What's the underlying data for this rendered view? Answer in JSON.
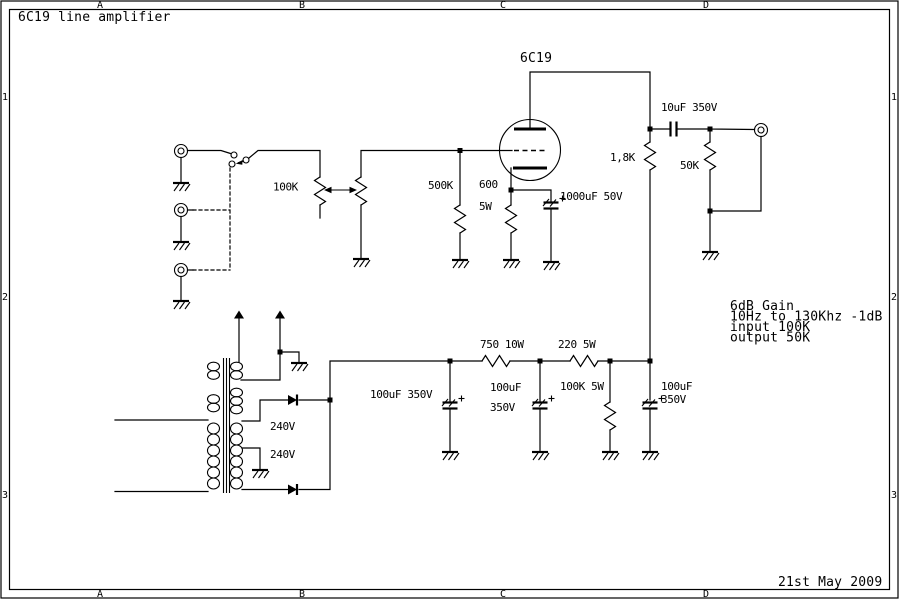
{
  "title": "6C19 line amplifier",
  "date": "21st May 2009",
  "grid_refs": {
    "cols": [
      "A",
      "B",
      "C",
      "D"
    ],
    "rows": [
      "1",
      "2",
      "3"
    ]
  },
  "notes": {
    "lines": [
      "6dB Gain",
      "10Hz to 130Khz -1dB",
      "input 100K",
      "output 50K"
    ]
  },
  "labels": {
    "tube": "6C19",
    "volume_pot": "100K",
    "grid_resistor": "500K",
    "cathode_resistor_value": "600",
    "cathode_resistor_power": "5W",
    "cathode_cap": "1000uF 50V",
    "plate_resistor": "1,8K",
    "output_cap": "10uF 350V",
    "output_load": "50K",
    "filter_resistor_1": "750 10W",
    "filter_resistor_2": "220 5W",
    "filter_cap_1": "100uF 350V",
    "filter_cap_2_value": "100uF",
    "filter_cap_2_voltage": "350V",
    "bleeder_resistor": "100K 5W",
    "filter_cap_3_value": "100uF",
    "filter_cap_3_voltage": "350V",
    "secondary_winding_1": "240V",
    "secondary_winding_2": "240V"
  },
  "colors": {
    "ink": "#000000",
    "paper": "#ffffff"
  }
}
